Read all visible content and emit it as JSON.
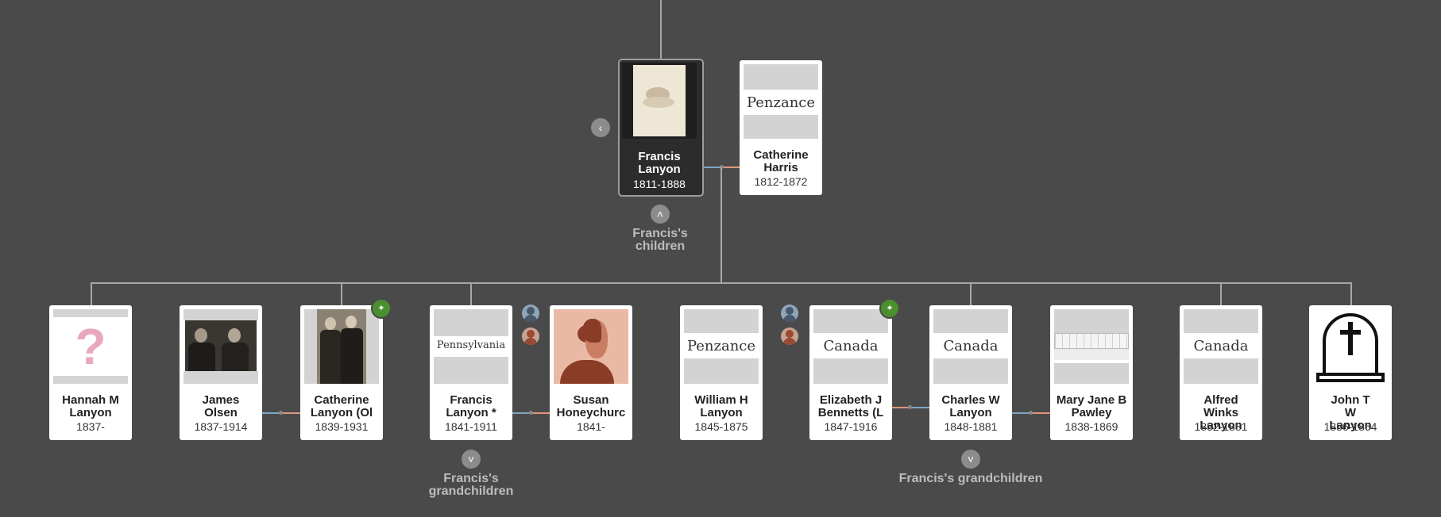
{
  "colors": {
    "background": "#4a4a4a",
    "card": "#ffffff",
    "focus_card": "#2c2c2c",
    "connector": "#a8a8a8",
    "male_line": "#7fa6c4",
    "female_line": "#e0967f",
    "hint_badge": "#4c8f2e"
  },
  "focus": {
    "name": "Francis Lanyon",
    "years": "1811-1888",
    "spouse": {
      "name": "Catherine Harris",
      "years": "1812-1872",
      "place": "Penzance"
    }
  },
  "labels": {
    "children": "Francis's children",
    "grandchildren": "Francis's grandchildren"
  },
  "children": [
    {
      "name": "Hannah M Lanyon",
      "years": "1837-"
    },
    {
      "name": "James Olsen",
      "years": "1837-1914"
    },
    {
      "name": "Catherine Lanyon (Ol",
      "years": "1839-1931"
    },
    {
      "name": "Francis Lanyon *",
      "years": "1841-1911",
      "place": "Pennsylvania"
    },
    {
      "name": "Susan Honeychurc",
      "years": "1841-"
    },
    {
      "name": "William H Lanyon",
      "years": "1845-1875",
      "place": "Penzance"
    },
    {
      "name": "Elizabeth J Bennetts (L",
      "years": "1847-1916",
      "place": "Canada"
    },
    {
      "name": "Charles W Lanyon",
      "years": "1848-1881",
      "place": "Canada"
    },
    {
      "name": "Mary Jane B Pawley",
      "years": "1838-1869"
    },
    {
      "name": "Alfred Winks Lanyon",
      "years": "1852-1881",
      "place": "Canada"
    },
    {
      "name": "John T W Lanyon",
      "years": "1856-1864"
    }
  ]
}
